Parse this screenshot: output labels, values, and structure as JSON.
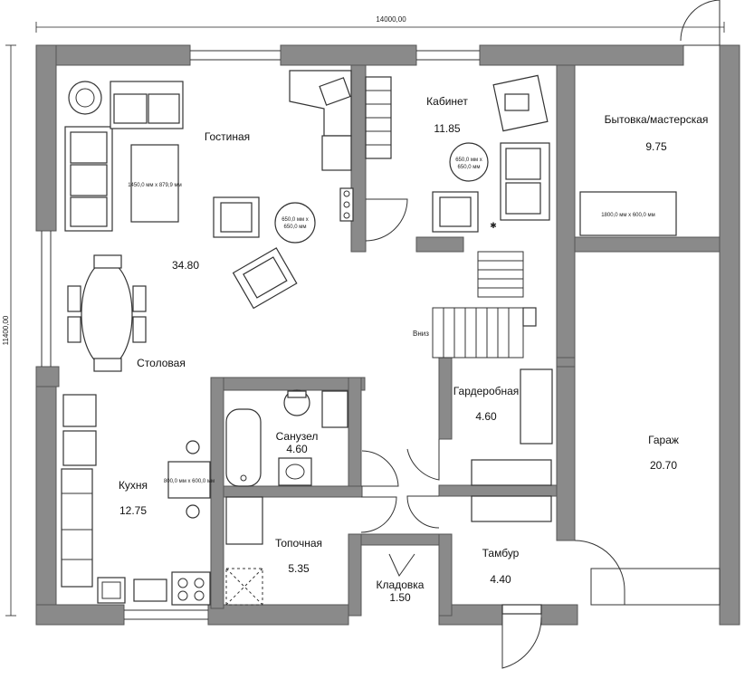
{
  "dimensions": {
    "width": "14000,00",
    "height": "11400,00"
  },
  "rooms": {
    "living": {
      "name": "Гостиная",
      "area": "34.80"
    },
    "dining": {
      "name": "Столовая"
    },
    "office": {
      "name": "Кабинет",
      "area": "11.85"
    },
    "workshop": {
      "name": "Бытовка/мастерская",
      "area": "9.75"
    },
    "wardrobe": {
      "name": "Гардеробная",
      "area": "4.60"
    },
    "garage": {
      "name": "Гараж",
      "area": "20.70"
    },
    "kitchen": {
      "name": "Кухня",
      "area": "12.75"
    },
    "bathroom": {
      "name": "Санузел",
      "area": "4.60"
    },
    "boiler": {
      "name": "Топочная",
      "area": "5.35"
    },
    "pantry": {
      "name": "Кладовка",
      "area": "1.50"
    },
    "vestibule": {
      "name": "Тамбур",
      "area": "4.40"
    }
  },
  "notes": {
    "living_rug": "1450,0 мм x 879,9 мм",
    "living_table_1": "650,0 мм x",
    "living_table_2": "650,0 мм",
    "office_table_1": "650,0 мм x",
    "office_table_2": "650,0 мм",
    "workshop_bench": "1800,0 мм x 600,0 мм",
    "kitchen_table": "800,0 мм x 600,0 мм",
    "stairs_down": "Вниз"
  }
}
